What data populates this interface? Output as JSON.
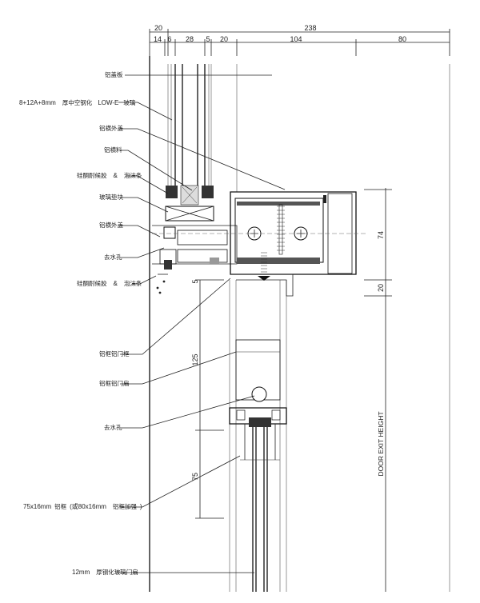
{
  "dimensions": {
    "top_total": "238",
    "top_left": "20",
    "row": [
      "14",
      "6",
      "28",
      "5",
      "20",
      "104",
      "80"
    ],
    "right_74": "74",
    "right_20": "20",
    "left_5": "5",
    "left_125": "125",
    "left_75": "75"
  },
  "labels": {
    "l1": "铝盖板",
    "l2_prefix": "8+12A+8mm",
    "l2_cn": "厚中空钢化",
    "l2_suffix": "LOW-E",
    "l2_tail": "玻璃",
    "l3": "铝横外盖",
    "l4": "铝横料",
    "l5_a": "硅酮耐候胶",
    "l5_amp": "&",
    "l5_b": "泡沫条",
    "l6": "玻璃垫块",
    "l7": "铝横外盖",
    "l8": "去水孔",
    "l9_a": "硅酮耐候胶",
    "l9_amp": "&",
    "l9_b": "泡沫条",
    "l10": "铝框铝门框",
    "l11": "铝框铝门扇",
    "l12": "去水孔",
    "l13_prefix": "75x16mm",
    "l13_cn1": "铝框",
    "l13_mid": "(或80x16mm",
    "l13_cn2": "铝框加强",
    "l13_close": ")",
    "l14_prefix": "12mm",
    "l14_cn": "厚钢化玻璃门扇"
  },
  "vertical_text": {
    "door_exit": "DOOR EXIT HEIGHT"
  }
}
